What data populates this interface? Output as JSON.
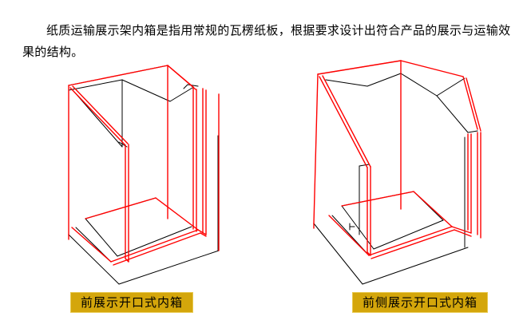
{
  "page": {
    "background_color": "#ffffff",
    "intro_paragraph": "纸质运输展示架内箱是指用常规的瓦楞纸板，根据要求设计出符合产品的展示与运输效果的结构。"
  },
  "colors": {
    "cut_line": "#ff0000",
    "fold_line": "#000000",
    "caption_background": "#d4a60b",
    "caption_border": "#e8c94e",
    "text": "#000000"
  },
  "figures": [
    {
      "id": "front-open-inner-box",
      "caption": "前展示开口式内箱",
      "description": "前展示开口式内箱线稿图"
    },
    {
      "id": "front-side-open-inner-box",
      "caption": "前侧展示开口式内箱",
      "description": "前侧展示开口式内箱线稿图"
    }
  ]
}
